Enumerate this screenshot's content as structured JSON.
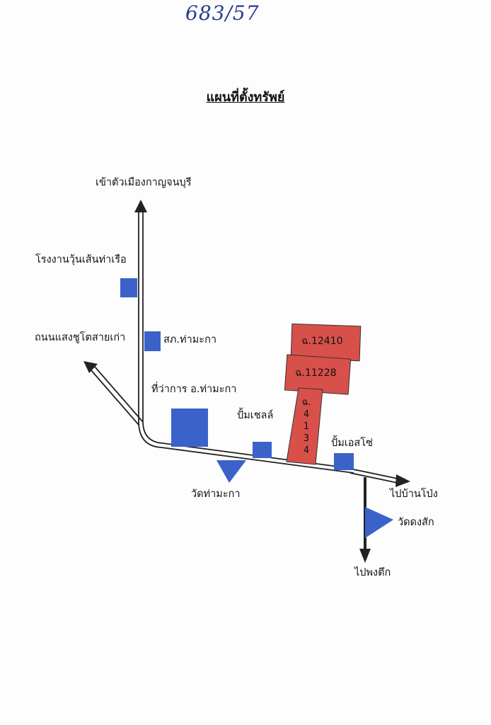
{
  "header": {
    "handwritten_ref": "683/57",
    "title": "แผนที่ตั้งทรัพย์"
  },
  "map": {
    "roads": {
      "north": "เข้าตัวเมืองกาญจนบุรี",
      "northwest": "ถนนแสงชูโตสายเก่า",
      "east": "ไปบ้านโป่ง",
      "south": "ไปพงตึก"
    },
    "landmarks": {
      "factory": "โรงงานวุ้นเส้นท่าเรือ",
      "police": "สภ.ท่ามะกา",
      "district_office": "ที่ว่าการ อ.ท่ามะกา",
      "shell": "ปั้มเชลล์",
      "esso": "ปั้มเอสโซ่",
      "temple_thamaka": "วัดท่ามะกา",
      "temple_dongsak": "วัดดงสัก"
    },
    "plots": {
      "plot1": "ฉ.12410",
      "plot2": "ฉ.11228",
      "plot3_lines": [
        "ฉ.",
        "4",
        "1",
        "3",
        "4"
      ]
    },
    "colors": {
      "landmark": "#3b62c9",
      "plot": "#d8504a",
      "road": "#222222"
    }
  }
}
